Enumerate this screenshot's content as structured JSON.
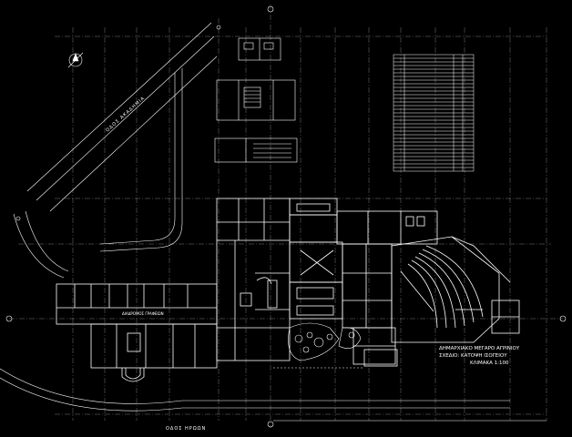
{
  "drawing": {
    "street_north": "ΟΔΟΣ ΑΚΑΔΗΜΙΑ",
    "street_south": "ΟΔΟΣ ΗΡΩΩΝ",
    "title_lines": [
      "ΔΗΜΑΡΧΙΑΚΟ ΜΕΓΑΡΟ ΑΓΡΙΝΙΟΥ",
      "ΣΧΕΔΙΟ: ΚΑΤΟΨΗ ΙΣΟΓΕΙΟΥ",
      "ΚΛΙΜΑΚΑ 1:100"
    ],
    "corridor_label": "ΔΙΑΔΡΟΜΟΣ ΓΡΑΦΕΙΩΝ",
    "north_arrow": "north-arrow-icon",
    "colors": {
      "background": "#000000",
      "lines": "#ffffff",
      "grid": "#bbbbbb"
    }
  }
}
